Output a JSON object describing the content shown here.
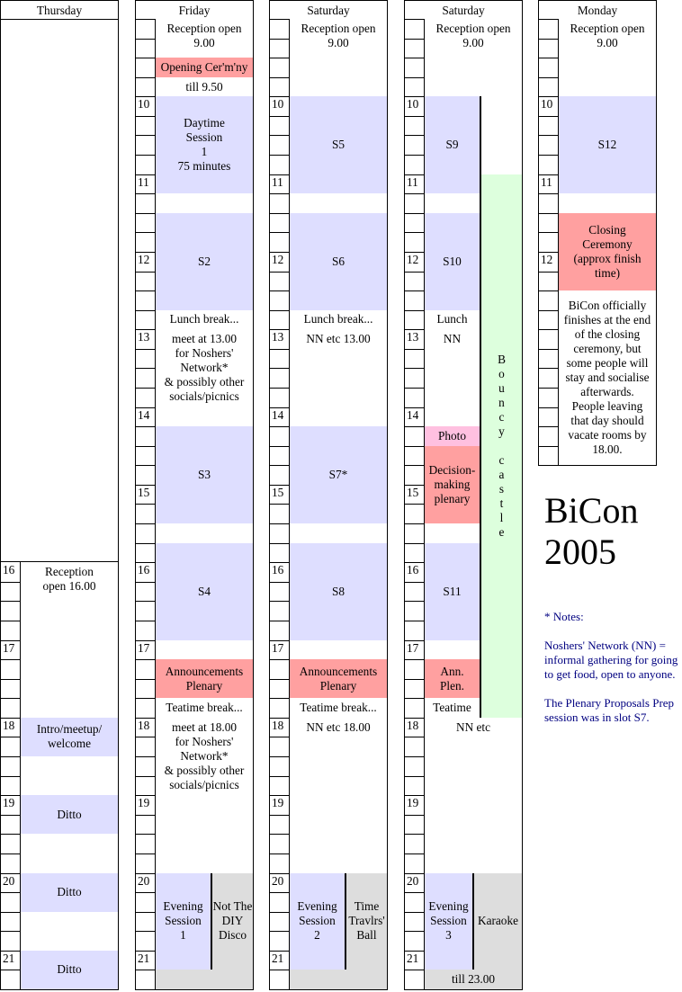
{
  "title": {
    "line1": "BiCon",
    "line2": "2005"
  },
  "notes": {
    "heading": "* Notes:",
    "nn": "Noshers' Network (NN) = informal gathering for going to get food, open to anyone.",
    "s7": "The Plenary Proposals Prep session was in slot S7."
  },
  "colors": {
    "session": "#dedeff",
    "ceremony": "#ffa0a0",
    "photo": "#ffc0e0",
    "castle": "#ddffdd",
    "social": "#dddddd",
    "notes": "#000080"
  },
  "schedule_start": "9:00",
  "slot_minutes": 15,
  "days": [
    {
      "id": "thursday",
      "label": "Thursday",
      "first_time": "16:00",
      "last_time": "21:30",
      "hours": [
        "16",
        "17",
        "18",
        "19",
        "20",
        "21"
      ],
      "events": [
        {
          "name": "reception-open",
          "kind": "plain",
          "start": "16:00",
          "end": "18:00",
          "lines": [
            "Reception",
            "open 16.00"
          ],
          "align": "top"
        },
        {
          "name": "intro-meetup",
          "kind": "session",
          "start": "18:00",
          "end": "18:30",
          "lines": [
            "Intro/meetup/",
            "welcome"
          ]
        },
        {
          "name": "blank",
          "kind": "plain",
          "start": "18:30",
          "end": "19:00",
          "lines": []
        },
        {
          "name": "ditto-1",
          "kind": "session",
          "start": "19:00",
          "end": "19:30",
          "lines": [
            "Ditto"
          ]
        },
        {
          "name": "blank",
          "kind": "plain",
          "start": "19:30",
          "end": "20:00",
          "lines": []
        },
        {
          "name": "ditto-2",
          "kind": "session",
          "start": "20:00",
          "end": "20:30",
          "lines": [
            "Ditto"
          ]
        },
        {
          "name": "blank",
          "kind": "plain",
          "start": "20:30",
          "end": "21:00",
          "lines": []
        },
        {
          "name": "ditto-3",
          "kind": "session",
          "start": "21:00",
          "end": "21:30",
          "lines": [
            "Ditto"
          ]
        }
      ]
    },
    {
      "id": "friday",
      "label": "Friday",
      "first_time": "9:00",
      "last_time": "21:30",
      "hours": [
        "10",
        "11",
        "12",
        "13",
        "14",
        "15",
        "16",
        "17",
        "18",
        "19",
        "20",
        "21"
      ],
      "events": [
        {
          "name": "reception-open",
          "kind": "plain",
          "start": "9:00",
          "end": "9:30",
          "lines": [
            "Reception open",
            "9.00"
          ],
          "align": "top"
        },
        {
          "name": "opening-ceremony",
          "kind": "ceremony",
          "start": "9:30",
          "end": "9:45",
          "lines": [
            "Opening Cer'm'ny"
          ]
        },
        {
          "name": "till-950",
          "kind": "plain",
          "start": "9:45",
          "end": "10:00",
          "lines": [
            "till 9.50"
          ]
        },
        {
          "name": "daytime-session-1",
          "kind": "session",
          "start": "10:00",
          "end": "11:15",
          "lines": [
            "Daytime",
            "Session",
            "1",
            "75 minutes"
          ]
        },
        {
          "name": "blank",
          "kind": "plain",
          "start": "11:15",
          "end": "11:30",
          "lines": []
        },
        {
          "name": "s2",
          "kind": "session",
          "start": "11:30",
          "end": "12:45",
          "lines": [
            "S2"
          ]
        },
        {
          "name": "lunch-break",
          "kind": "plain",
          "start": "12:45",
          "end": "13:00",
          "lines": [
            "Lunch break..."
          ]
        },
        {
          "name": "noshers-lunch",
          "kind": "plain",
          "start": "13:00",
          "end": "14:15",
          "lines": [
            "meet at 13.00",
            "for Noshers'",
            "Network*",
            "& possibly other",
            "socials/picnics"
          ],
          "align": "top"
        },
        {
          "name": "s3",
          "kind": "session",
          "start": "14:15",
          "end": "15:30",
          "lines": [
            "S3"
          ]
        },
        {
          "name": "blank",
          "kind": "plain",
          "start": "15:30",
          "end": "15:45",
          "lines": []
        },
        {
          "name": "s4",
          "kind": "session",
          "start": "15:45",
          "end": "17:00",
          "lines": [
            "S4"
          ]
        },
        {
          "name": "blank",
          "kind": "plain",
          "start": "17:00",
          "end": "17:15",
          "lines": []
        },
        {
          "name": "announcements-plenary",
          "kind": "ceremony",
          "start": "17:15",
          "end": "17:45",
          "lines": [
            "Announcements",
            "Plenary"
          ]
        },
        {
          "name": "teatime-break",
          "kind": "plain",
          "start": "17:45",
          "end": "18:00",
          "lines": [
            "Teatime break..."
          ]
        },
        {
          "name": "noshers-evening",
          "kind": "plain",
          "start": "18:00",
          "end": "20:00",
          "lines": [
            "meet at 18.00",
            "for Noshers'",
            "Network*",
            "& possibly other",
            "socials/picnics"
          ],
          "align": "top"
        },
        {
          "name": "evening-session-1",
          "kind": "session",
          "start": "20:00",
          "end": "21:15",
          "lines": [
            "Evening",
            "Session",
            "1"
          ],
          "col": "left"
        },
        {
          "name": "not-the-diy-disco",
          "kind": "social",
          "start": "20:00",
          "end": "21:15",
          "lines": [
            "Not The",
            "DIY",
            "Disco"
          ],
          "col": "right"
        },
        {
          "name": "late-social",
          "kind": "social",
          "start": "21:15",
          "end": "21:30",
          "lines": []
        }
      ]
    },
    {
      "id": "saturday-1",
      "label": "Saturday",
      "first_time": "9:00",
      "last_time": "21:30",
      "hours": [
        "10",
        "11",
        "12",
        "13",
        "14",
        "15",
        "16",
        "17",
        "18",
        "19",
        "20",
        "21"
      ],
      "events": [
        {
          "name": "reception-open",
          "kind": "plain",
          "start": "9:00",
          "end": "10:00",
          "lines": [
            "Reception open",
            "9.00"
          ],
          "align": "top"
        },
        {
          "name": "s5",
          "kind": "session",
          "start": "10:00",
          "end": "11:15",
          "lines": [
            "S5"
          ]
        },
        {
          "name": "blank",
          "kind": "plain",
          "start": "11:15",
          "end": "11:30",
          "lines": []
        },
        {
          "name": "s6",
          "kind": "session",
          "start": "11:30",
          "end": "12:45",
          "lines": [
            "S6"
          ]
        },
        {
          "name": "lunch-break",
          "kind": "plain",
          "start": "12:45",
          "end": "13:00",
          "lines": [
            "Lunch break..."
          ]
        },
        {
          "name": "nn-1300",
          "kind": "plain",
          "start": "13:00",
          "end": "14:15",
          "lines": [
            "NN etc 13.00"
          ],
          "align": "top"
        },
        {
          "name": "s7",
          "kind": "session",
          "start": "14:15",
          "end": "15:30",
          "lines": [
            "S7*"
          ]
        },
        {
          "name": "blank",
          "kind": "plain",
          "start": "15:30",
          "end": "15:45",
          "lines": []
        },
        {
          "name": "s8",
          "kind": "session",
          "start": "15:45",
          "end": "17:00",
          "lines": [
            "S8"
          ]
        },
        {
          "name": "blank",
          "kind": "plain",
          "start": "17:00",
          "end": "17:15",
          "lines": []
        },
        {
          "name": "announcements-plenary",
          "kind": "ceremony",
          "start": "17:15",
          "end": "17:45",
          "lines": [
            "Announcements",
            "Plenary"
          ]
        },
        {
          "name": "teatime-break",
          "kind": "plain",
          "start": "17:45",
          "end": "18:00",
          "lines": [
            "Teatime break..."
          ]
        },
        {
          "name": "nn-1800",
          "kind": "plain",
          "start": "18:00",
          "end": "20:00",
          "lines": [
            "NN etc 18.00"
          ],
          "align": "top"
        },
        {
          "name": "evening-session-2",
          "kind": "session",
          "start": "20:00",
          "end": "21:15",
          "lines": [
            "Evening",
            "Session",
            "2"
          ],
          "col": "left"
        },
        {
          "name": "time-travlrs-ball",
          "kind": "social",
          "start": "20:00",
          "end": "21:15",
          "lines": [
            "Time",
            "Travlrs'",
            "Ball"
          ],
          "col": "right"
        },
        {
          "name": "late-social",
          "kind": "social",
          "start": "21:15",
          "end": "21:30",
          "lines": []
        }
      ]
    },
    {
      "id": "saturday-2",
      "label": "Saturday",
      "first_time": "9:00",
      "last_time": "21:30",
      "hours": [
        "10",
        "11",
        "12",
        "13",
        "14",
        "15",
        "16",
        "17",
        "18",
        "19",
        "20",
        "21"
      ],
      "events": [
        {
          "name": "reception-open",
          "kind": "plain",
          "start": "9:00",
          "end": "10:00",
          "lines": [
            "Reception open",
            "9.00"
          ],
          "align": "top"
        },
        {
          "name": "s9",
          "kind": "session",
          "start": "10:00",
          "end": "11:15",
          "lines": [
            "S9"
          ],
          "col": "left"
        },
        {
          "name": "blank",
          "kind": "plain",
          "start": "10:00",
          "end": "11:00",
          "lines": [],
          "col": "right"
        },
        {
          "name": "bouncy-castle",
          "kind": "castle",
          "start": "11:00",
          "end": "18:00",
          "lines": [],
          "vertical": "Bouncy castle",
          "col": "right"
        },
        {
          "name": "blank",
          "kind": "plain",
          "start": "11:15",
          "end": "11:30",
          "lines": [],
          "col": "left"
        },
        {
          "name": "s10",
          "kind": "session",
          "start": "11:30",
          "end": "12:45",
          "lines": [
            "S10"
          ],
          "col": "left"
        },
        {
          "name": "lunch",
          "kind": "plain",
          "start": "12:45",
          "end": "13:00",
          "lines": [
            "Lunch"
          ],
          "col": "left"
        },
        {
          "name": "nn",
          "kind": "plain",
          "start": "13:00",
          "end": "14:15",
          "lines": [
            "NN"
          ],
          "col": "left",
          "align": "top"
        },
        {
          "name": "photo",
          "kind": "photo",
          "start": "14:15",
          "end": "14:30",
          "lines": [
            "Photo"
          ],
          "col": "left"
        },
        {
          "name": "decision-making-plenary",
          "kind": "ceremony",
          "start": "14:30",
          "end": "15:30",
          "lines": [
            "Decision-",
            "making",
            "plenary"
          ],
          "col": "left"
        },
        {
          "name": "blank",
          "kind": "plain",
          "start": "15:30",
          "end": "15:45",
          "lines": [],
          "col": "left"
        },
        {
          "name": "s11",
          "kind": "session",
          "start": "15:45",
          "end": "17:00",
          "lines": [
            "S11"
          ],
          "col": "left"
        },
        {
          "name": "blank",
          "kind": "plain",
          "start": "17:00",
          "end": "17:15",
          "lines": [],
          "col": "left"
        },
        {
          "name": "ann-plen",
          "kind": "ceremony",
          "start": "17:15",
          "end": "17:45",
          "lines": [
            "Ann.",
            "Plen."
          ],
          "col": "left"
        },
        {
          "name": "teatime",
          "kind": "plain",
          "start": "17:45",
          "end": "18:00",
          "lines": [
            "Teatime"
          ],
          "col": "left"
        },
        {
          "name": "nn-etc",
          "kind": "plain",
          "start": "18:00",
          "end": "20:00",
          "lines": [
            "NN etc"
          ],
          "align": "top"
        },
        {
          "name": "evening-session-3",
          "kind": "session",
          "start": "20:00",
          "end": "21:15",
          "lines": [
            "Evening",
            "Session",
            "3"
          ],
          "col": "left2"
        },
        {
          "name": "karaoke",
          "kind": "social",
          "start": "20:00",
          "end": "21:15",
          "lines": [
            "Karaoke"
          ],
          "col": "right2"
        },
        {
          "name": "till-2300",
          "kind": "social",
          "start": "21:15",
          "end": "21:30",
          "lines": [
            "till 23.00"
          ]
        }
      ]
    },
    {
      "id": "monday",
      "label": "Monday",
      "first_time": "9:00",
      "last_time": "14:45",
      "hours": [
        "10",
        "11",
        "12"
      ],
      "events": [
        {
          "name": "reception-open",
          "kind": "plain",
          "start": "9:00",
          "end": "10:00",
          "lines": [
            "Reception open",
            "9.00"
          ],
          "align": "top"
        },
        {
          "name": "s12",
          "kind": "session",
          "start": "10:00",
          "end": "11:15",
          "lines": [
            "S12"
          ]
        },
        {
          "name": "blank",
          "kind": "plain",
          "start": "11:15",
          "end": "11:30",
          "lines": []
        },
        {
          "name": "closing-ceremony",
          "kind": "ceremony",
          "start": "11:30",
          "end": "12:30",
          "lines": [
            "Closing",
            "Ceremony",
            "(approx finish",
            "time)"
          ]
        },
        {
          "name": "closing-info",
          "kind": "plain",
          "start": "12:30",
          "end": "14:45",
          "lines": [
            "BiCon officially",
            "finishes at the end",
            "of the closing",
            "ceremony, but",
            "some people will",
            "stay and socialise",
            "afterwards.",
            "People leaving",
            "that day should",
            "vacate rooms by",
            "18.00."
          ],
          "align": "mid"
        }
      ]
    }
  ]
}
